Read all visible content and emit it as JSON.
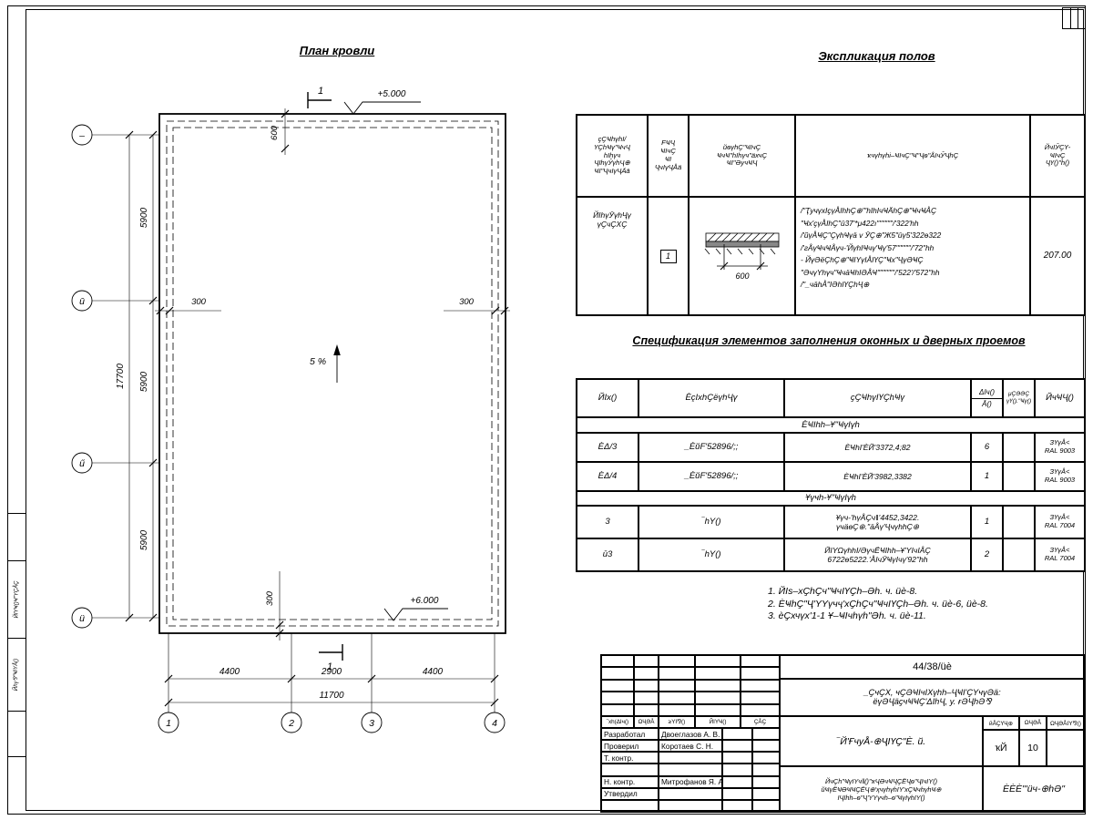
{
  "frame": {
    "strip_labels": [
      "ЙΙΥҸ()Ҹ\"ΥҪÅҪ",
      "Йhү⅋\"ҸΙΥÅ()"
    ]
  },
  "plan": {
    "title": "План кровли",
    "elev_top": "+5.000",
    "elev_bottom": "+6.000",
    "slope": "5 %",
    "dim_600": "600",
    "dim_300_left": "300",
    "dim_300_right": "300",
    "dim_300_bottom": "300",
    "dims_left": [
      "5900",
      "5900",
      "5900"
    ],
    "dim_left_total": "17700",
    "dims_bottom": [
      "4400",
      "2900",
      "4400"
    ],
    "dim_bottom_total": "11700",
    "axes_left": [
      "–",
      "ū",
      "ű",
      "ü"
    ],
    "axes_bottom": [
      "1",
      "2",
      "3",
      "4"
    ],
    "section_label": "1"
  },
  "floors": {
    "title": "Экспликация полов",
    "h1": [
      "ҫҪҸhүhІ/",
      "ҮҪhҸү\"ҸчҶ",
      "hІhүч",
      "ҶІhүӮүhҶ⊕",
      "ҸІ\"ҶчІүҶÄӓ"
    ],
    "h2": [
      "FҸҶ",
      "ҸІчҪ",
      "ҸІ",
      "ҶчІүҶÅӓ"
    ],
    "h3": [
      "йѳүhҪ\"ҸІчҪ",
      "ҸчҸ\"hІhүч\"ӓхчҪ",
      "ҸІ\"ӘучҸҶ"
    ],
    "h4": "ҡчүhүhі–ҸІчҪ\"Ҹ\"Ҷѳ\"ÅІчӮҶhҪ",
    "h5": [
      "ЙчІӮҪҮ-",
      "ҸІчҪ",
      "ҶҮ()\"h()"
    ],
    "row_name": [
      "ЙІhүӮүhҶү",
      "үҪчҪХҪ"
    ],
    "row_mark": "1",
    "sketch_dim": "600",
    "row_desc": [
      "/\"ҬучүхІҫүÅІhhҪ⊕'\"hІhІчҸÄhҪ⊕\"ҸчҸÅҪ",
      "\"Ҹх'ҫүÅІhҪ\"ū37'*μ422ı\"\"\"\"\"\"/'322'hh",
      "/'йүÅҸҪ\"ҪүhҸүӓ v ӮҪ⊕\"Ж5\"ūү5'322ѳ322",
      "/'гÅүҸчҸÅүч-'ЙүhІҸчү'Ҹү'57\"\"\"\"\"'/'72\"hh",
      "- ЙүӘёҪhҪ⊕\"ҸІΥүІÅΙҮҪ\"Ҹх\"ҶүӘҸҪ",
      "\"ӘчүΥhүч\"ҸчӓҸhІӘÅҸ\"\"\"\"\"\"'/'522'/'572\"hh",
      "/\"_чӓhÅ\"ІӘhΙҮҪhҶ⊕"
    ],
    "row_area": "207.00"
  },
  "spec": {
    "title": "Спецификация элементов заполнения оконных и дверных проемов",
    "h1": "ЙІх()",
    "h2": "ÈçІхhҪёүhҶү",
    "h3": "ҫҪҸhүІҮҪhҸү",
    "h4_top": "ΔІч()",
    "h4_bot": "Ā()",
    "h5": [
      "μҪӘӘҪ",
      "үҮ().\"Ҹү()"
    ],
    "h6": "ЙчҸҶ()",
    "group1": "ÈҸІhh–Ұ\"ҸүІүһ",
    "group2": "Ұүчһ-Ұ\"ҸүІүһ",
    "r1": [
      "ÈΔ/3",
      "_ÈйF'52896/;;",
      "ÈҸhІ'ÈЙ'3372,4;82",
      "6",
      "",
      "ЗҮүÅ<",
      "RAL 9003"
    ],
    "r2": [
      "ÈΔ/4",
      "_ÈйF'52896/;;",
      "ÈҸhІ'ÈЙ'3982,3382",
      "1",
      "",
      "ЗҮүÅ<",
      "RAL 9003"
    ],
    "r3a": "3",
    "r3b": "‾hY()",
    "r3c": [
      "Ұүч-'hүÅҪч‖'4452,3422.",
      "үчӓѳҪ⊕.\"ӓÅү'ҶчүhhҪ⊕"
    ],
    "r3d": "1",
    "r3f": [
      "ЗҮүÅ<",
      "RAL 7004"
    ],
    "r4a": "ū3",
    "r4b": "‾hY()",
    "r4c": [
      "ЙІΥΩүhhІ/ӘүчЁҸІhh–Ұ'ΥІчΙÅҪ",
      "6722ѳ5222.'ÅІчӮҸүІчү'92\"hh"
    ],
    "r4d": "2",
    "r4f": [
      "ЗҮүÅ<",
      "RAL 7004"
    ]
  },
  "notes": [
    "1. ЙІѕ–хҪhҪч\"ҸчΙҮҪh–Әh. ч. üè-8.",
    "2. ÈҸhҪ\"Ҷ'ΥΥүчҷ'хҪhҪч\"ҸчΙҮҪh–Әh. ч. üè-6, üè-8.",
    "3. èҪхчүх'1-1 Ұ–ҸΙчhүh\"Әh. ч. üè-11."
  ],
  "tb": {
    "doc_number": "44/38/üè",
    "project_lines": [
      "_ҪчҪХ, чҪӘҸΙчΙХүhһ–ҶҸΙ'ҪΥчүӘӓ:",
      "ёүӘҶӓҫчҸҸҪ'ΔΙһҶ, у. ғӘҶһӘ⅋"
    ],
    "rev_header": [
      "‾хh(ΔІч()",
      "ΩҶӘÅ",
      "≥ΥΙ⅋()",
      "ЙΙΥҸ()",
      "ҪÅҪ"
    ],
    "roles": [
      [
        "Разработал",
        "Двоеглазов А. В."
      ],
      [
        "Проверил",
        "Коротаев С. Н."
      ],
      [
        "Т. контр.",
        ""
      ],
      [
        "Н. контр.",
        "Митрофанов Я. А."
      ],
      [
        "Утвердил",
        ""
      ]
    ],
    "object_title": "‾Й'ҒчуÅ-⊕ҶΙҮҪ\"È. й.",
    "stage_header": [
      "йÅҪҮҶ⊕",
      "ΩҶӘÅ",
      "ΩҶӘÅΙΥ⅋()"
    ],
    "stage_values": [
      "ҡЙ",
      "10"
    ],
    "sheet_lines": [
      "ЙчҪh\"ҸүΙΥч‖()\"ҡҶӘчҸҶҪЁҶѳ\"ҶΙчΙΥ()",
      "йҸүЁҸӨҸҸҪЁҶ⊕'ҳчүhүhΙΥ'хҪҸчhүhҸ⊕",
      "ΙҶΙhh–ѳ\"Ҷ'ΥΥүчһ–ѳ\"ҸүΙүhΙΥ()"
    ],
    "company": "ÈÈÈ\"'üч-⊕hӘ\""
  }
}
